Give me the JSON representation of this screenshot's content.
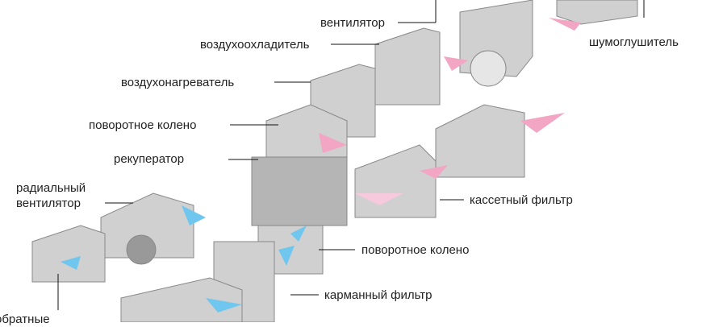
{
  "labels": {
    "fan": "вентилятор",
    "silencer": "шумоглушитель",
    "air_cooler": "воздухоохладитель",
    "air_heater": "воздухонагреватель",
    "elbow_top": "поворотное колено",
    "recuperator": "рекуператор",
    "radial_fan_1": "радиальный",
    "radial_fan_2": "вентилятор",
    "cassette_filter": "кассетный фильтр",
    "elbow_bottom": "поворотное колено",
    "pocket_filter": "карманный фильтр",
    "check_valve": "обратные"
  },
  "colors": {
    "duct": "#c9c9c9",
    "duct_dark": "#9a9a9a",
    "arrow_pink": "#f2a6c4",
    "arrow_blue": "#6fc6ee"
  }
}
